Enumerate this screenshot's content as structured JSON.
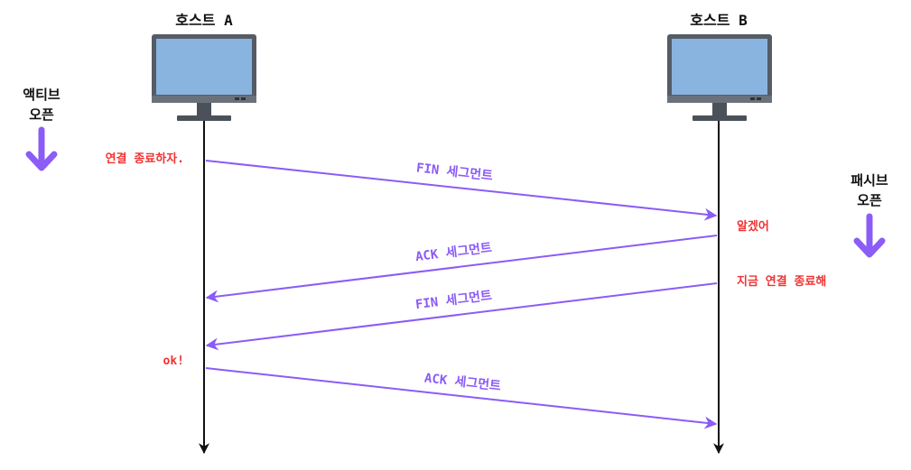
{
  "colors": {
    "arrow": "#8b5cf6",
    "note": "#f03232",
    "timeline": "#111111",
    "screen": "#8ab4e0",
    "monitor": "#555c66"
  },
  "hosts": {
    "a": {
      "label": "호스트 A",
      "icon": "desktop-monitor-icon"
    },
    "b": {
      "label": "호스트 B",
      "icon": "desktop-monitor-icon"
    }
  },
  "sides": {
    "active": {
      "line1": "액티브",
      "line2": "오픈",
      "icon": "down-arrow-icon"
    },
    "passive": {
      "line1": "패시브",
      "line2": "오픈",
      "icon": "down-arrow-icon"
    }
  },
  "notes": {
    "a_close": "연결 종료하자.",
    "b_ack": "알겠어",
    "b_close": "지금 연결 종료해",
    "a_ok": "ok!"
  },
  "segments": [
    {
      "label": "FIN 세그먼트"
    },
    {
      "label": "ACK 세그먼트"
    },
    {
      "label": "FIN 세그먼트"
    },
    {
      "label": "ACK 세그먼트"
    }
  ]
}
